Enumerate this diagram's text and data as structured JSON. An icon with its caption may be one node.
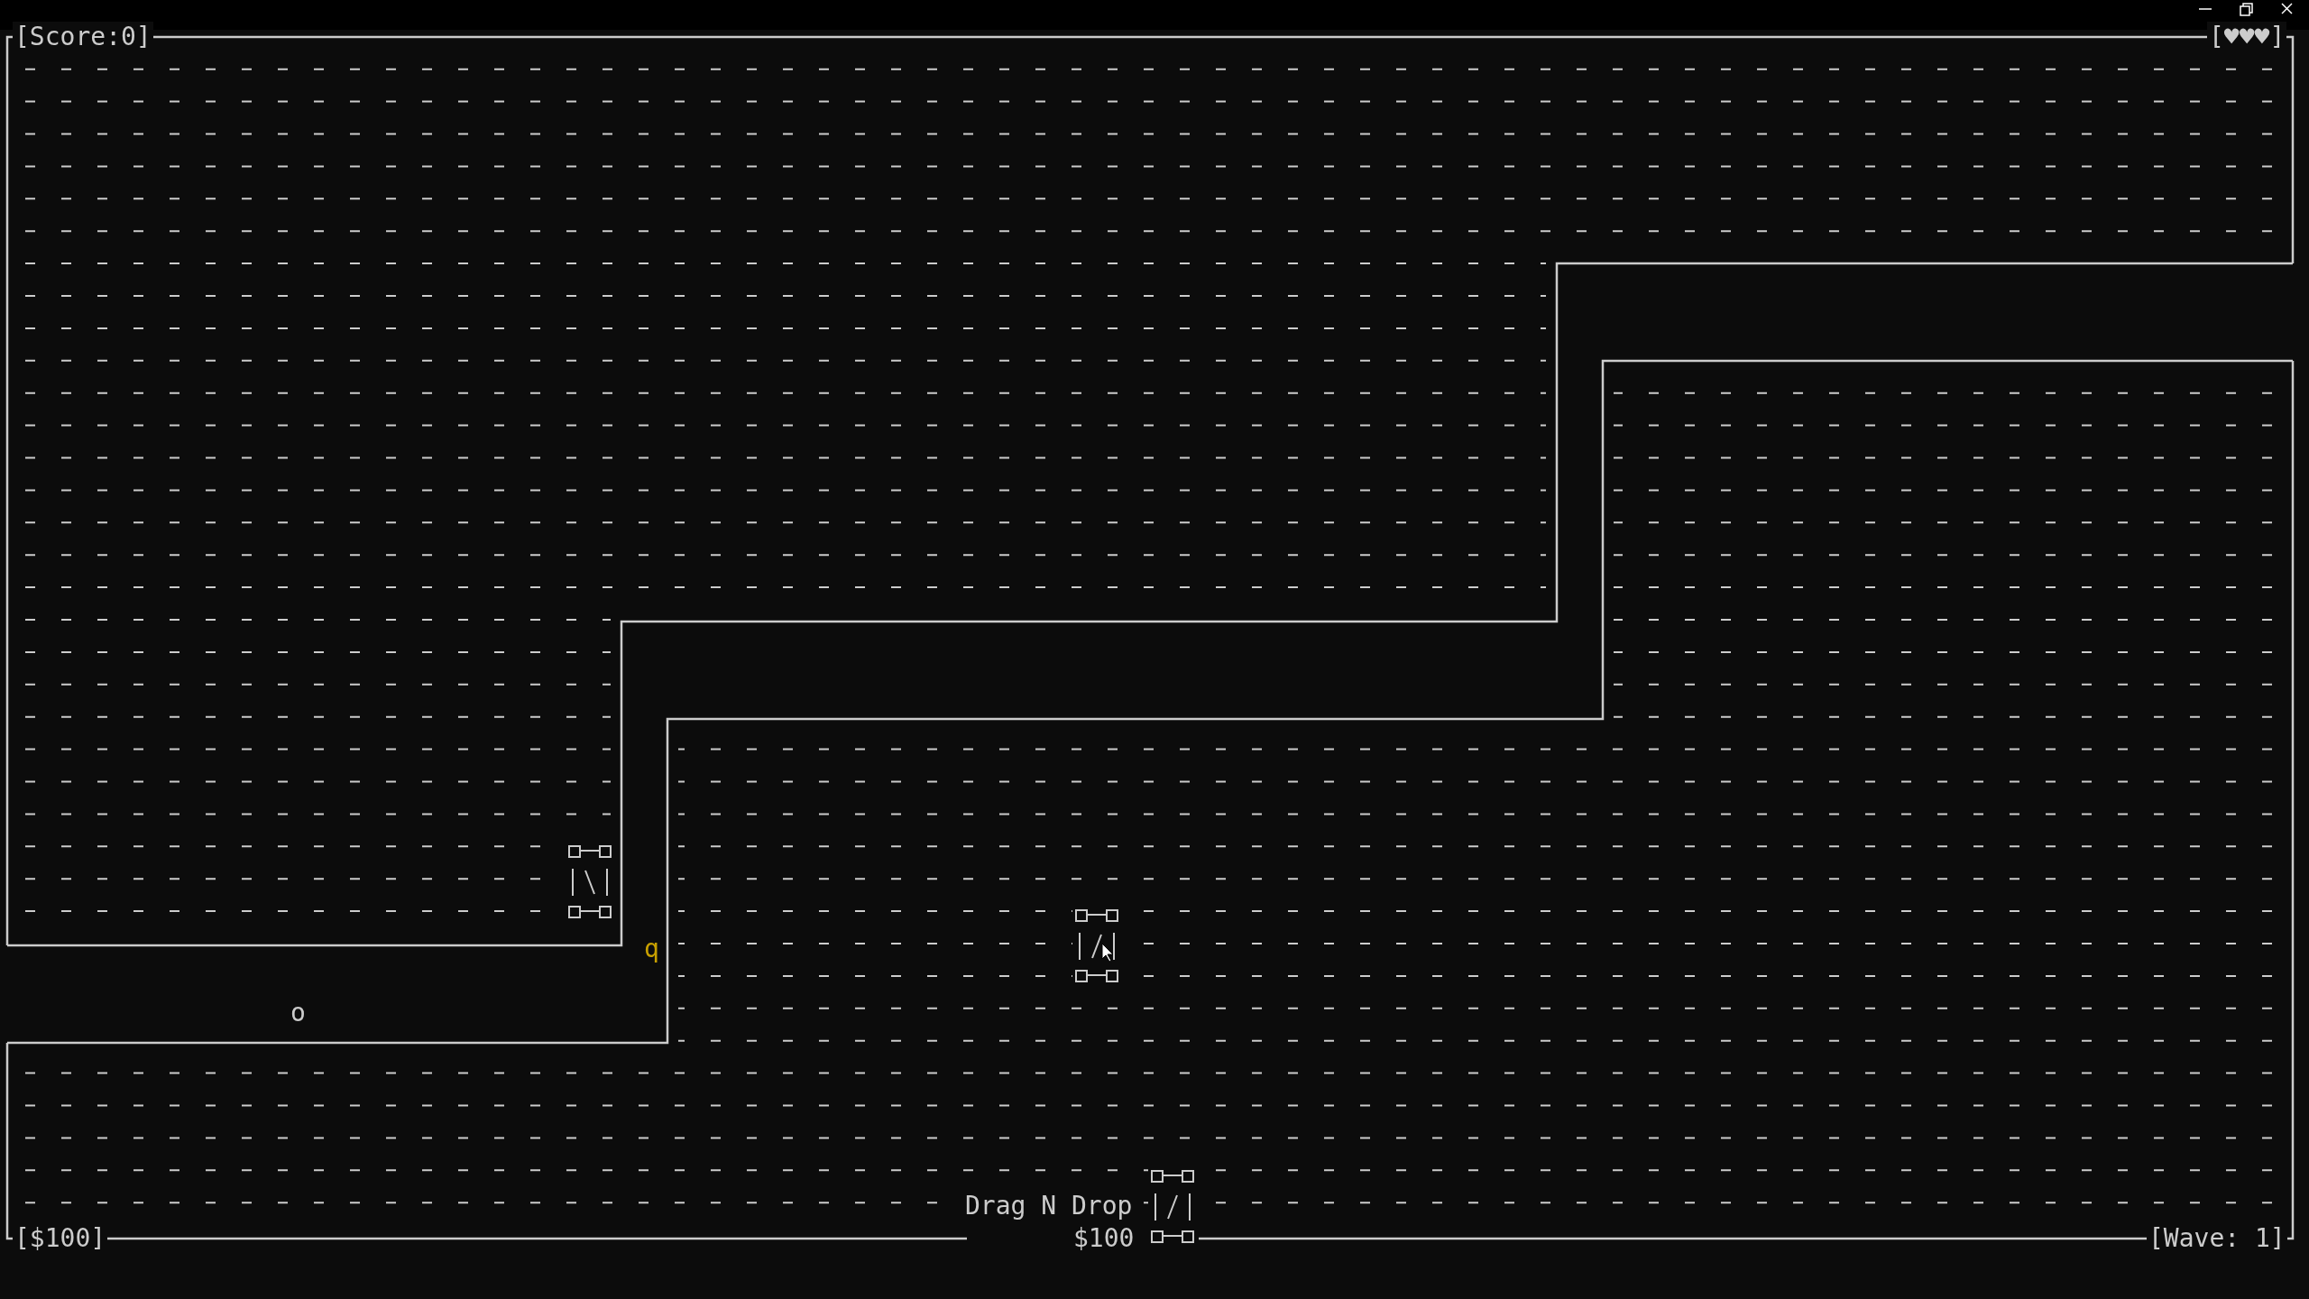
{
  "diagram": {
    "labels": [
      "[Score:0]",
      "[♥♥♥]",
      "q",
      "o",
      "Drag N Drop",
      "$100",
      "[$100]",
      "[Wave: 1]"
    ]
  }
}
